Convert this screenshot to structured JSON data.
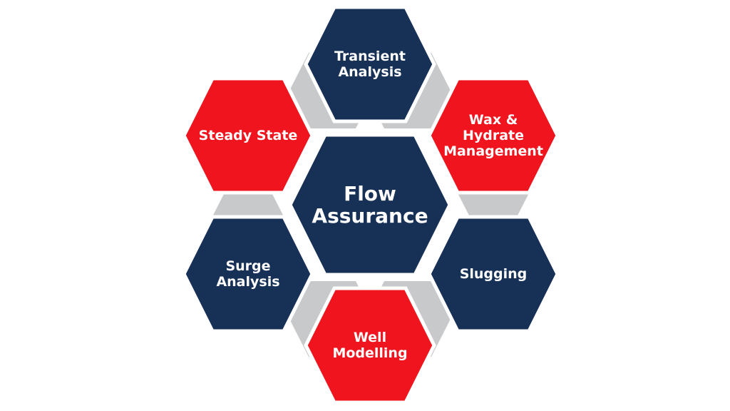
{
  "diagram": {
    "type": "hexagon-cluster",
    "center": {
      "id": "flow-assurance",
      "label": "Flow\nAssurance",
      "color": "navy"
    },
    "nodes": [
      {
        "id": "transient-analysis",
        "label": "Transient\nAnalysis",
        "color": "navy",
        "position": "top"
      },
      {
        "id": "wax-hydrate-management",
        "label": "Wax &\nHydrate\nManagement",
        "color": "red",
        "position": "top-right"
      },
      {
        "id": "slugging",
        "label": "Slugging",
        "color": "navy",
        "position": "bottom-right"
      },
      {
        "id": "well-modelling",
        "label": "Well\nModelling",
        "color": "red",
        "position": "bottom"
      },
      {
        "id": "surge-analysis",
        "label": "Surge\nAnalysis",
        "color": "navy",
        "position": "bottom-left"
      },
      {
        "id": "steady-state",
        "label": "Steady State",
        "color": "red",
        "position": "top-left"
      }
    ],
    "connector_color_name": "gray"
  },
  "colors": {
    "navy": "#163056",
    "red": "#f0141f",
    "gray": "#c7c9cb",
    "text": "#ffffff",
    "background": "#ffffff"
  }
}
